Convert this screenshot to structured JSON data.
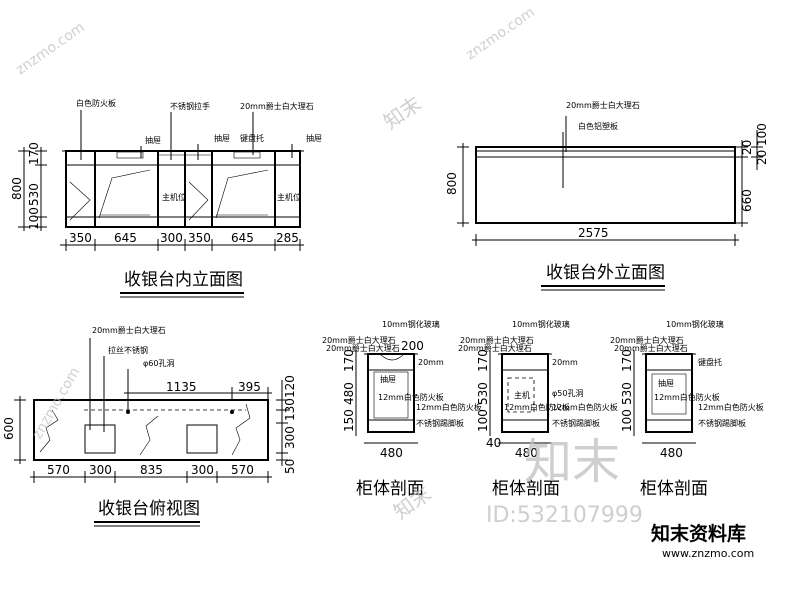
{
  "elev_inner": {
    "title": "收银台内立面图",
    "labels": [
      "白色防火板",
      "不锈钢拉手",
      "20mm爵士白大理石",
      "抽屉",
      "抽屉",
      "键盘托",
      "抽屉",
      "主机位",
      "主机位"
    ],
    "h_dims": [
      "350",
      "645",
      "300",
      "350",
      "645",
      "285"
    ],
    "v_dims": [
      "170",
      "530",
      "100",
      "800"
    ]
  },
  "elev_outer": {
    "title": "收银台外立面图",
    "labels": [
      "20mm爵士白大理石",
      "白色铝塑板"
    ],
    "h_dim": "2575",
    "v_dims": [
      "800",
      "20",
      "100",
      "20",
      "660"
    ]
  },
  "plan": {
    "title": "收银台俯视图",
    "labels": [
      "20mm爵士白大理石",
      "拉丝不锈钢",
      "φ60孔洞"
    ],
    "top_dims": [
      "1135",
      "395"
    ],
    "bottom_dims": [
      "570",
      "300",
      "835",
      "300",
      "570"
    ],
    "right_dims": [
      "120",
      "130",
      "300",
      "50"
    ],
    "left_dim": "600"
  },
  "sections": [
    {
      "title": "柜体剖面",
      "labels": [
        "10mm钢化玻璃",
        "20mm爵士白大理石",
        "20mm爵士白大理石",
        "20mm",
        "抽屉",
        "12mm白色防火板",
        "12mm白色防火板",
        "不锈钢踢脚板"
      ],
      "top_dim": "200",
      "v_dims": [
        "170",
        "480",
        "150"
      ],
      "w_dim": "480"
    },
    {
      "title": "柜体剖面",
      "labels": [
        "10mm钢化玻璃",
        "20mm爵士白大理石",
        "20mm爵士白大理石",
        "20mm",
        "主机",
        "φ50孔洞",
        "12mm白色防火板",
        "12mm白色防火板",
        "不锈钢踢脚板"
      ],
      "v_dims": [
        "170",
        "530",
        "100"
      ],
      "w_dims": [
        "480",
        "40"
      ]
    },
    {
      "title": "柜体剖面",
      "labels": [
        "10mm钢化玻璃",
        "20mm爵士白大理石",
        "20mm爵士白大理石",
        "键盘托",
        "抽屉",
        "12mm白色防火板",
        "12mm白色防火板",
        "不锈钢踢脚板"
      ],
      "v_dims": [
        "170",
        "530",
        "100"
      ],
      "w_dim": "480"
    }
  ],
  "watermark": {
    "site": "znzmo.com",
    "brand_cn": "知末",
    "brand_full": "知末资料库",
    "id": "ID:532107999",
    "url": "www.znzmo.com"
  }
}
